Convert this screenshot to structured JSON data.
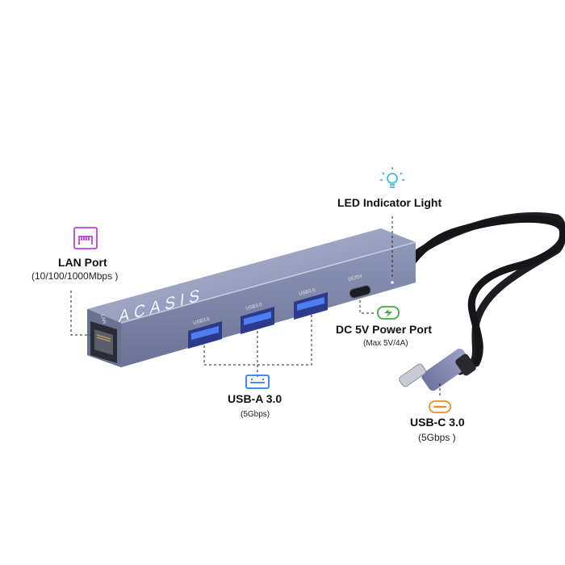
{
  "brand": "ACASIS",
  "port_marks": {
    "lan": "LAN",
    "usb1": "USB3.0",
    "usb2": "USB3.0",
    "usb3": "USB3.0",
    "dc": "DC/5V"
  },
  "callouts": {
    "led": {
      "title": "LED Indicator Light",
      "icon": "light-bulb-icon",
      "color": "#29b6d6"
    },
    "lan": {
      "title": "LAN Port",
      "detail": "(10/100/1000Mbps )",
      "icon": "ethernet-port-icon",
      "color": "#c040e0"
    },
    "dc": {
      "title": "DC 5V Power Port",
      "detail": "(Max 5V/4A)",
      "icon": "charging-battery-icon",
      "color": "#3cae3c"
    },
    "usba": {
      "title": "USB-A 3.0",
      "detail": "(5Gbps)",
      "icon": "usb-a-port-icon",
      "color": "#2f7fe0"
    },
    "usbc": {
      "title": "USB-C 3.0",
      "detail": "(5Gbps )",
      "icon": "usb-c-port-icon",
      "color": "#f08c2a"
    }
  }
}
